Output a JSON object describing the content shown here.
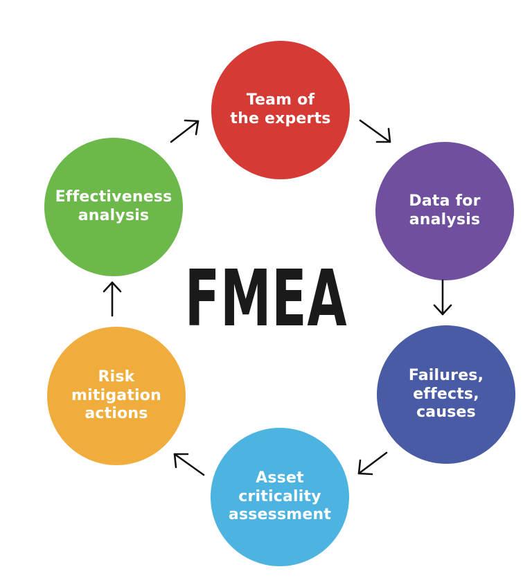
{
  "title": "FMEA",
  "nodes": [
    {
      "id": "team",
      "label": "Team of\nthe experts",
      "color": "#d63a34"
    },
    {
      "id": "data",
      "label": "Data for\nanalysis",
      "color": "#6f4f9e"
    },
    {
      "id": "failures",
      "label": "Failures,\neffects,\ncauses",
      "color": "#4a5ba6"
    },
    {
      "id": "asset",
      "label": "Asset\ncriticality\nassessment",
      "color": "#4db3e0"
    },
    {
      "id": "risk",
      "label": "Risk\nmitigation\nactions",
      "color": "#f0ad3d"
    },
    {
      "id": "effect",
      "label": "Effectiveness\nanalysis",
      "color": "#6cb84a"
    }
  ]
}
